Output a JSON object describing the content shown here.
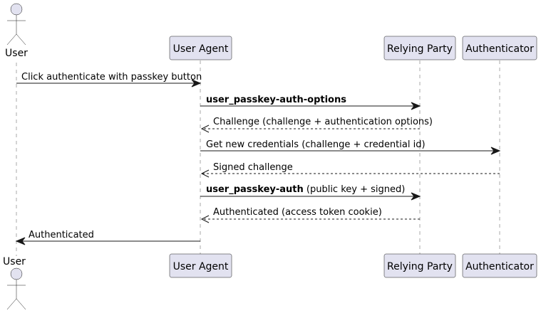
{
  "participants": {
    "user": "User",
    "agent": "User Agent",
    "rp": "Relying Party",
    "auth": "Authenticator"
  },
  "messages": [
    {
      "text": "Click authenticate with passkey button",
      "bold": ""
    },
    {
      "text": "",
      "bold": "user_passkey-auth-options"
    },
    {
      "text": "Challenge (challenge + authentication options)",
      "bold": ""
    },
    {
      "text": "Get new credentials (challenge + credential id)",
      "bold": ""
    },
    {
      "text": "Signed challenge",
      "bold": ""
    },
    {
      "text": " (public key + signed)",
      "bold": "user_passkey-auth"
    },
    {
      "text": "Authenticated (access token cookie)",
      "bold": ""
    },
    {
      "text": "Authenticated",
      "bold": ""
    }
  ]
}
